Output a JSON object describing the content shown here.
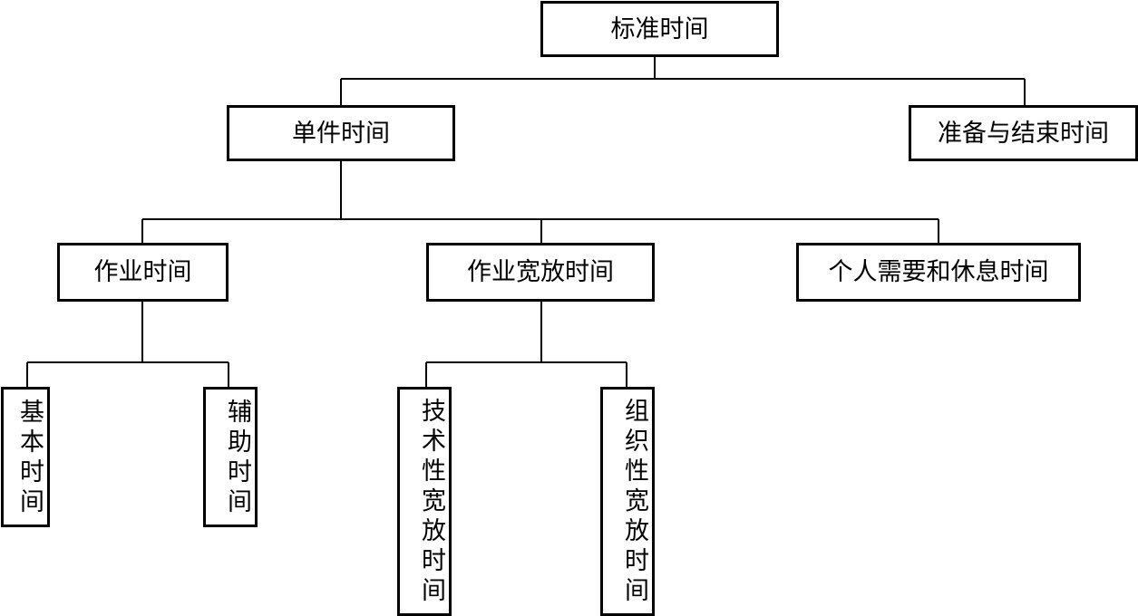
{
  "root": {
    "label": "标准时间"
  },
  "level1": {
    "unit_time": "单件时间",
    "prep_end_time": "准备与结束时间"
  },
  "level2": {
    "work_time": "作业时间",
    "work_allowance_time": "作业宽放时间",
    "personal_rest_time": "个人需要和休息时间"
  },
  "level3": {
    "basic_time": "基本时间",
    "auxiliary_time": "辅助时间",
    "technical_allowance_time": "技术性宽放时间",
    "organizational_allowance_time": "组织性宽放时间"
  }
}
